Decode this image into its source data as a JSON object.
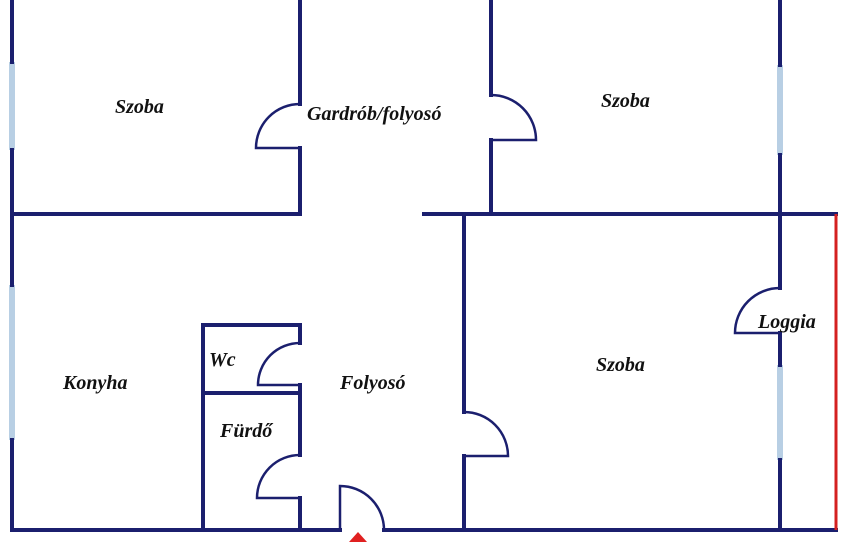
{
  "rooms": {
    "szoba_top_left": "Szoba",
    "gardrob": "Gardrób/folyosó",
    "szoba_top_right": "Szoba",
    "konyha": "Konyha",
    "wc": "Wc",
    "furdo": "Fürdő",
    "folyoso": "Folyosó",
    "szoba_right": "Szoba",
    "loggia": "Loggia"
  },
  "colors": {
    "wall": "#1b1f6e",
    "window": "#b8cfe4",
    "loggia_edge": "#d42020",
    "entrance_marker": "#e02020",
    "label": "#111111"
  }
}
